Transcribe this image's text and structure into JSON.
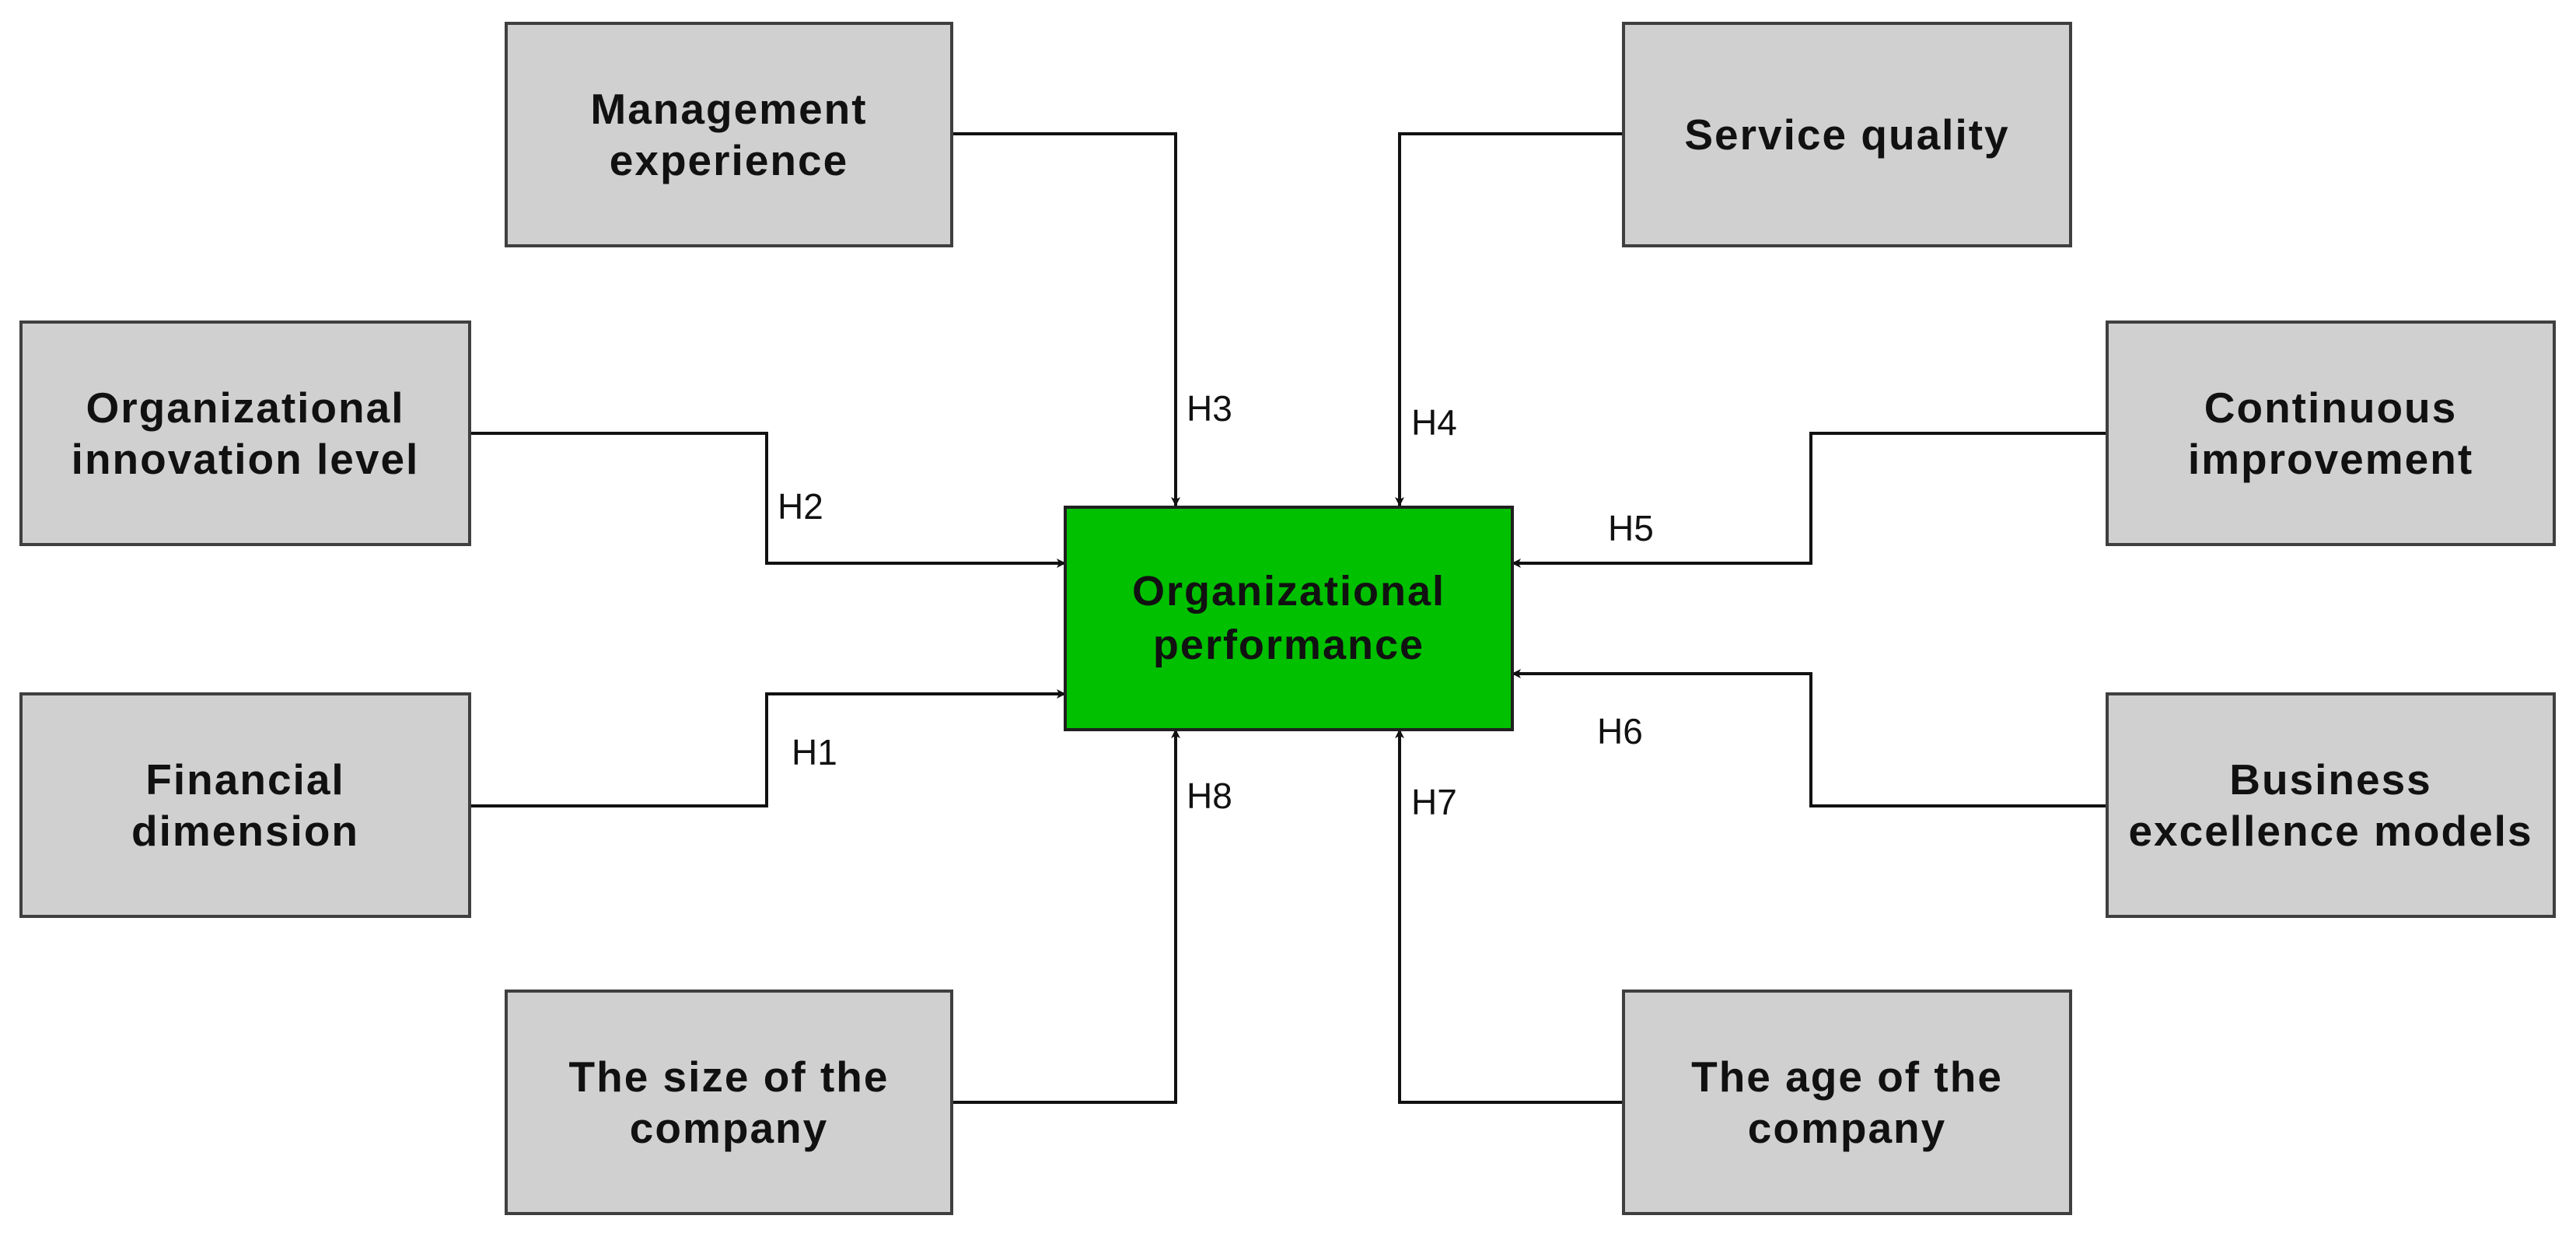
{
  "colors": {
    "factor_fill": "#d0d0d0",
    "center_fill": "#00c000",
    "border": "#3f3f3f",
    "connector": "#111111"
  },
  "center": {
    "label": "Organizational\nperformance"
  },
  "factors": {
    "management_experience": {
      "label": "Management\nexperience",
      "hypothesis": "H3"
    },
    "service_quality": {
      "label": "Service quality",
      "hypothesis": "H4"
    },
    "organizational_innovation_level": {
      "label": "Organizational\ninnovation level",
      "hypothesis": "H2"
    },
    "continuous_improvement": {
      "label": "Continuous\nimprovement",
      "hypothesis": "H5"
    },
    "financial_dimension": {
      "label": "Financial\ndimension",
      "hypothesis": "H1"
    },
    "business_excellence_models": {
      "label": "Business\nexcellence models",
      "hypothesis": "H6"
    },
    "size_of_company": {
      "label": "The size of the\ncompany",
      "hypothesis": "H8"
    },
    "age_of_company": {
      "label": "The age of the\ncompany",
      "hypothesis": "H7"
    }
  }
}
